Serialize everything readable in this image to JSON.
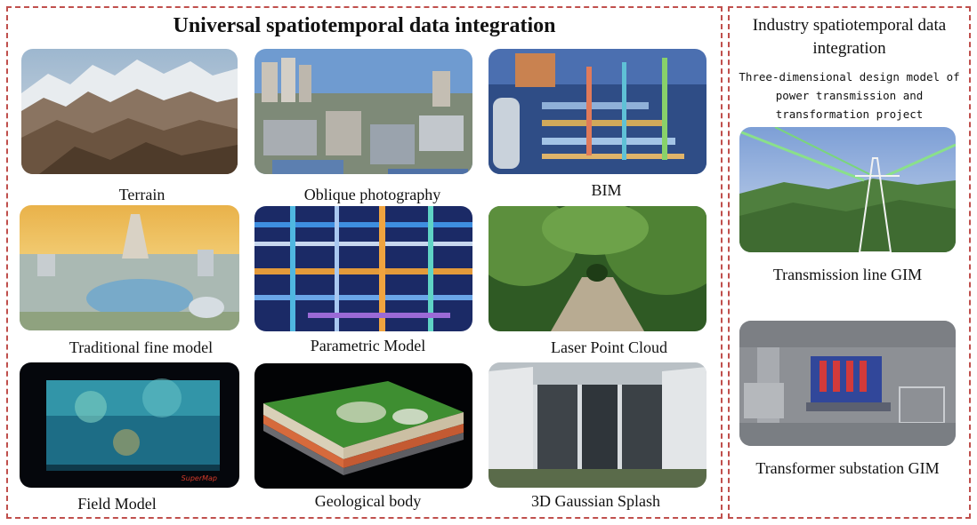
{
  "universal": {
    "title": "Universal spatiotemporal data integration",
    "tiles": [
      {
        "caption": "Terrain"
      },
      {
        "caption": "Oblique photography"
      },
      {
        "caption": "BIM"
      },
      {
        "caption": "Traditional fine model"
      },
      {
        "caption": "Parametric Model"
      },
      {
        "caption": "Laser Point Cloud"
      },
      {
        "caption": "Field Model"
      },
      {
        "caption": "Geological body"
      },
      {
        "caption": "3D Gaussian Splash"
      }
    ]
  },
  "industry": {
    "title": "Industry spatiotemporal data integration",
    "subtitle": "Three-dimensional design model of power transmission and transformation project",
    "tiles": [
      {
        "caption": "Transmission line GIM"
      },
      {
        "caption": "Transformer substation GIM"
      }
    ]
  },
  "logo_text": "SuperMap",
  "colors": {
    "border": "#c0504d"
  }
}
